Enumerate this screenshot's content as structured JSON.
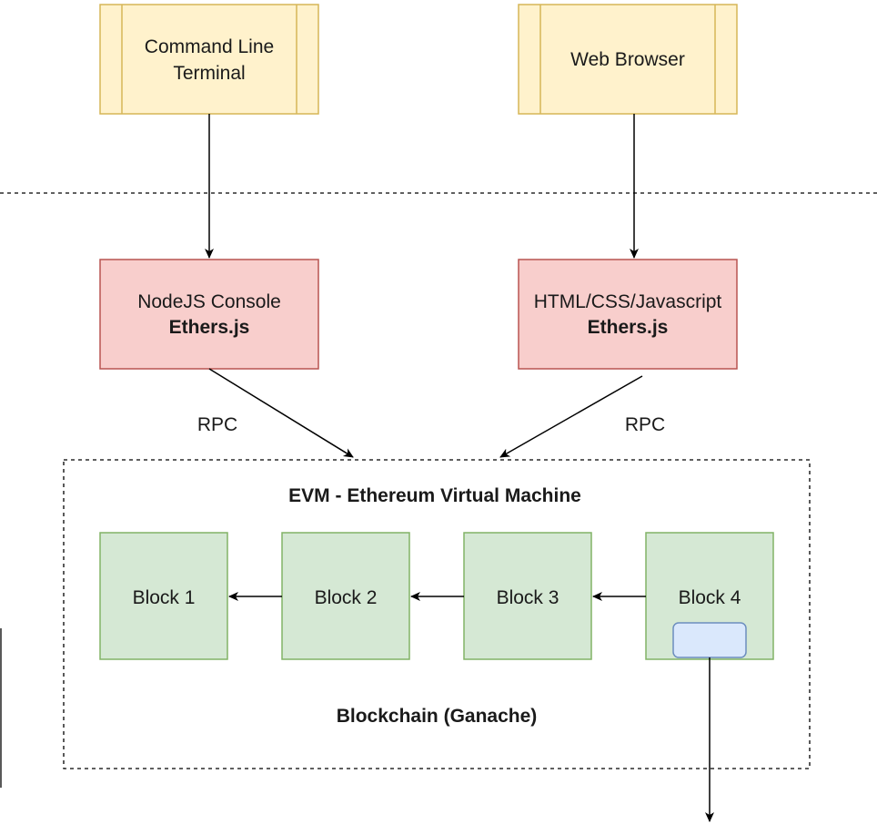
{
  "colors": {
    "client_fill": "#fff2cc",
    "client_stroke": "#d6b656",
    "library_fill": "#f8cecc",
    "library_stroke": "#b85450",
    "block_fill": "#d5e8d4",
    "block_stroke": "#82b366",
    "tx_fill": "#dae8fc",
    "tx_stroke": "#6c8ebf",
    "line": "#000000"
  },
  "clients": {
    "terminal": {
      "line1": "Command Line",
      "line2": "Terminal"
    },
    "browser": {
      "label": "Web Browser"
    }
  },
  "libraries": {
    "node": {
      "line1": "NodeJS Console",
      "line2": "Ethers.js"
    },
    "web": {
      "line1": "HTML/CSS/Javascript",
      "line2": "Ethers.js"
    }
  },
  "rpc_labels": {
    "left": "RPC",
    "right": "RPC"
  },
  "evm": {
    "title": "EVM - Ethereum Virtual Machine",
    "footer": "Blockchain (Ganache)"
  },
  "blocks": [
    "Block 1",
    "Block 2",
    "Block 3",
    "Block 4"
  ]
}
